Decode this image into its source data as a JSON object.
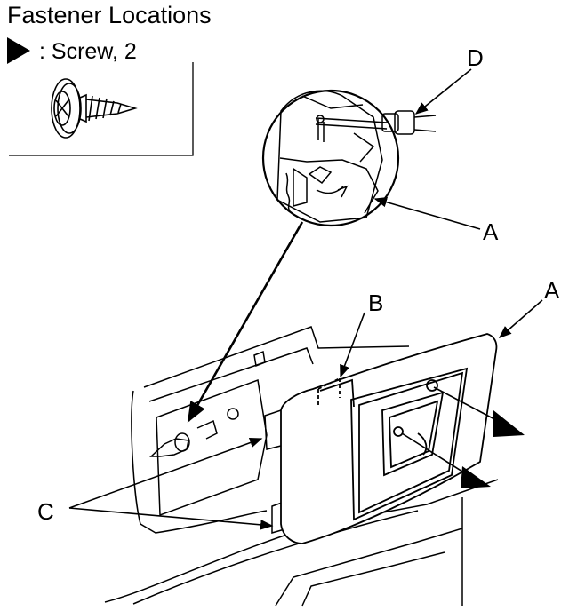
{
  "legend": {
    "title": "Fastener Locations",
    "screw_label": ": Screw, 2"
  },
  "callouts": {
    "a_top": "A",
    "a_right": "A",
    "b": "B",
    "c": "C",
    "d": "D"
  },
  "icons": [
    "triangle-marker-icon",
    "screw-icon"
  ],
  "colors": {
    "line": "#000000",
    "background": "#ffffff"
  }
}
